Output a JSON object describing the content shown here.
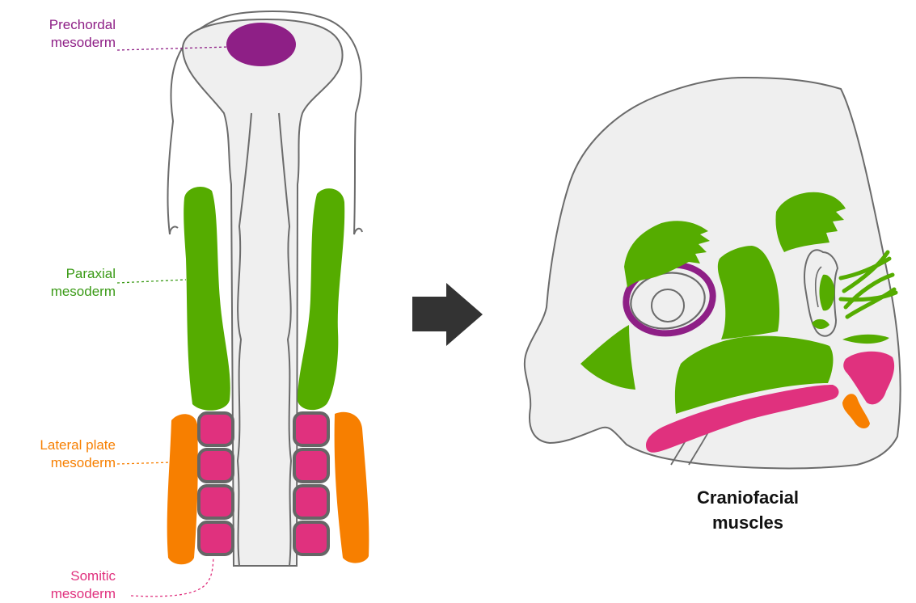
{
  "labels": {
    "prechordal": {
      "line1": "Prechordal",
      "line2": "mesoderm"
    },
    "paraxial": {
      "line1": "Paraxial",
      "line2": "mesoderm"
    },
    "lateral": {
      "line1": "Lateral plate",
      "line2": "mesoderm"
    },
    "somitic": {
      "line1": "Somitic",
      "line2": "mesoderm"
    }
  },
  "caption": {
    "line1": "Craniofacial",
    "line2": "muscles"
  },
  "colors": {
    "prechordal": "#8e1f86",
    "paraxial": "#55ac00",
    "lateral": "#f77f00",
    "somitic": "#e0317e",
    "label_paraxial": "#3a9a16",
    "outline": "#6b6b6b",
    "fill": "#efefef",
    "arrow": "#333333"
  },
  "icons": [
    "right-arrow-icon"
  ]
}
